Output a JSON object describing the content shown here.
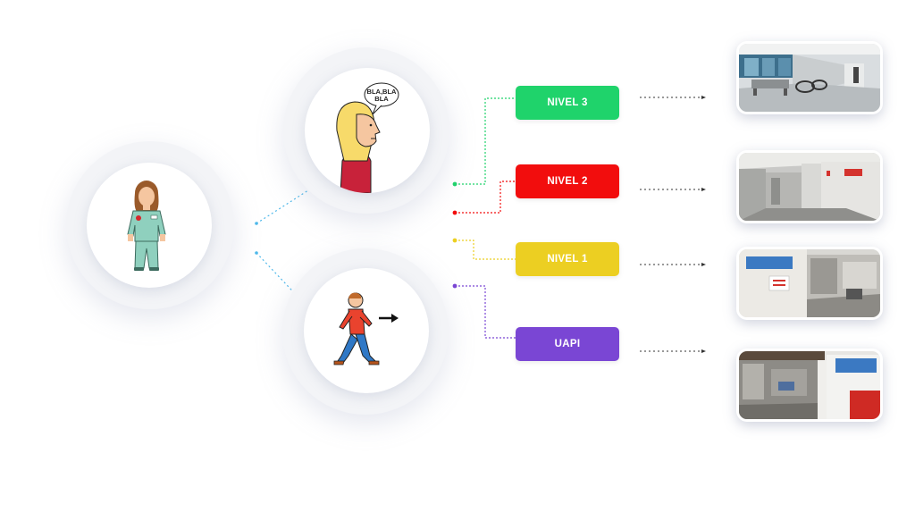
{
  "speech_bubble": {
    "line1": "BLA,BLA",
    "line2": "BLA"
  },
  "levels": [
    {
      "label": "NIVEL 3",
      "color": "#1fd36b"
    },
    {
      "label": "NIVEL 2",
      "color": "#f20d0d"
    },
    {
      "label": "NIVEL 1",
      "color": "#eccf22"
    },
    {
      "label": "UAPI",
      "color": "#7a46d4"
    }
  ],
  "icons": {
    "nurse": "nurse-icon",
    "talking": "talking-person-icon",
    "walking": "walking-person-icon",
    "arrow": "arrow-right-icon"
  },
  "connector_colors": {
    "nurse_branches": "#4db8ea",
    "nivel3": "#1fd36b",
    "nivel2": "#f20d0d",
    "nivel1": "#eccf22",
    "uapi": "#7a46d4",
    "to_photos": "#333333"
  }
}
